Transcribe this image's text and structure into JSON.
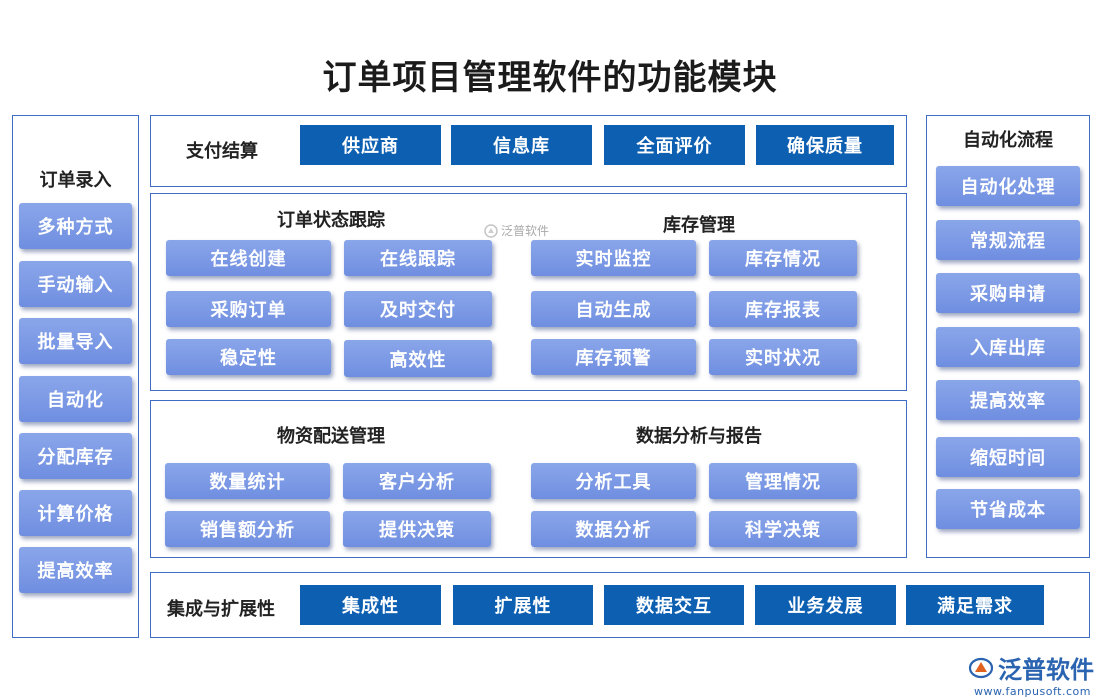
{
  "title": "订单项目管理软件的功能模块",
  "left": {
    "heading": "订单录入",
    "items": [
      "多种方式",
      "手动输入",
      "批量导入",
      "自动化",
      "分配库存",
      "计算价格",
      "提高效率"
    ]
  },
  "right": {
    "heading": "自动化流程",
    "items": [
      "自动化处理",
      "常规流程",
      "采购申请",
      "入库出库",
      "提高效率",
      "缩短时间",
      "节省成本"
    ]
  },
  "payment": {
    "label": "支付结算",
    "items": [
      "供应商",
      "信息库",
      "全面评价",
      "确保质量"
    ]
  },
  "order_tracking": {
    "heading": "订单状态跟踪",
    "items": [
      "在线创建",
      "在线跟踪",
      "采购订单",
      "及时交付",
      "稳定性",
      "高效性"
    ]
  },
  "inventory": {
    "heading": "库存管理",
    "items": [
      "实时监控",
      "库存情况",
      "自动生成",
      "库存报表",
      "库存预警",
      "实时状况"
    ]
  },
  "distribution": {
    "heading": "物资配送管理",
    "items": [
      "数量统计",
      "客户分析",
      "销售额分析",
      "提供决策"
    ]
  },
  "analysis": {
    "heading": "数据分析与报告",
    "items": [
      "分析工具",
      "管理情况",
      "数据分析",
      "科学决策"
    ]
  },
  "integration": {
    "label": "集成与扩展性",
    "items": [
      "集成性",
      "扩展性",
      "数据交互",
      "业务发展",
      "满足需求"
    ]
  },
  "watermark": "泛普软件",
  "brand": {
    "name": "泛普软件",
    "url": "www.fanpusoft.com"
  }
}
